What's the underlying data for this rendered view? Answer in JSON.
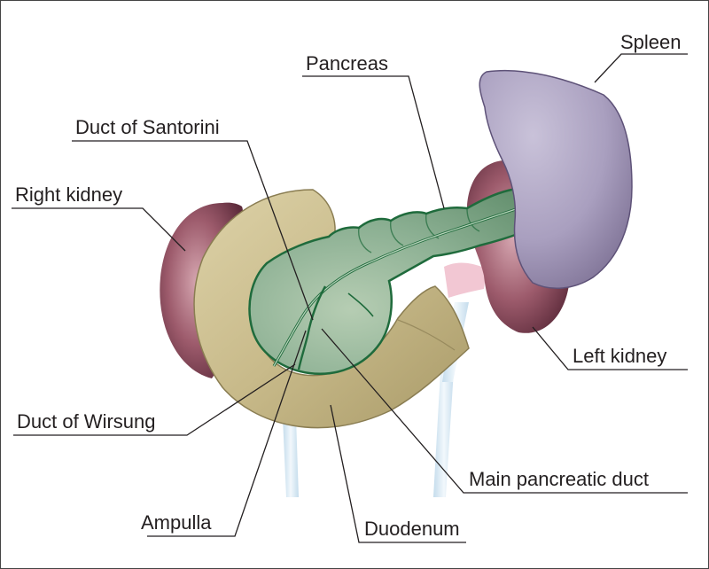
{
  "labels": {
    "spleen": "Spleen",
    "pancreas": "Pancreas",
    "duct_of_santorini": "Duct of Santorini",
    "right_kidney": "Right kidney",
    "left_kidney": "Left kidney",
    "duct_of_wirsung": "Duct of Wirsung",
    "main_pancreatic_duct": "Main pancreatic duct",
    "ampulla": "Ampulla",
    "duodenum": "Duodenum"
  },
  "colors": {
    "pancreas": "#7fa887",
    "pancreas_outline": "#1f6b3c",
    "duodenum": "#c9bc8e",
    "kidney": "#8a4a5c",
    "spleen": "#aaa1c0",
    "ureter": "#d4e6f2",
    "renal_vessel": "#f2c7d3"
  }
}
